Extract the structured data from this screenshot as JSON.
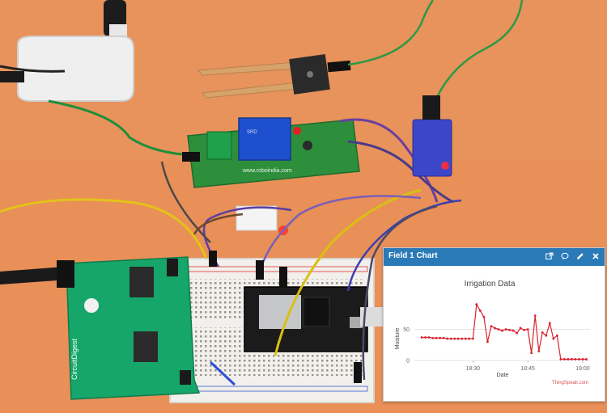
{
  "photo": {
    "board_brand_text": "CircuitDigest",
    "relay_board_text": "www.roboindia.com"
  },
  "chart_window": {
    "header_title": "Field 1 Chart",
    "icons": [
      "external-link-icon",
      "comment-icon",
      "edit-icon",
      "close-icon"
    ],
    "header_color": "#2a7ab8"
  },
  "chart_data": {
    "type": "line",
    "title": "Irrigation Data",
    "xlabel": "Date",
    "ylabel": "Moisture",
    "x_ticks": [
      "18:30",
      "18:45",
      "19:00"
    ],
    "y_ticks": [
      "0",
      "50"
    ],
    "ylim": [
      0,
      100
    ],
    "credit": "ThingSpeak.com",
    "series": [
      {
        "color": "#d9232e",
        "x": [
          "18:16",
          "18:17",
          "18:18",
          "18:19",
          "18:20",
          "18:21",
          "18:22",
          "18:23",
          "18:24",
          "18:25",
          "18:26",
          "18:27",
          "18:28",
          "18:29",
          "18:30",
          "18:31",
          "18:32",
          "18:33",
          "18:34",
          "18:35",
          "18:36",
          "18:37",
          "18:38",
          "18:39",
          "18:40",
          "18:41",
          "18:42",
          "18:43",
          "18:44",
          "18:45",
          "18:46",
          "18:47",
          "18:48",
          "18:49",
          "18:50",
          "18:51",
          "18:52",
          "18:53",
          "18:54",
          "18:55",
          "18:56",
          "18:57",
          "18:58",
          "18:59",
          "19:00",
          "19:01"
        ],
        "values": [
          37,
          37,
          37,
          36,
          36,
          36,
          36,
          35,
          35,
          35,
          35,
          35,
          35,
          35,
          35,
          90,
          80,
          70,
          30,
          55,
          52,
          50,
          48,
          50,
          49,
          48,
          44,
          52,
          49,
          50,
          12,
          72,
          15,
          45,
          40,
          60,
          35,
          40,
          2,
          2,
          2,
          2,
          2,
          2,
          2,
          2
        ]
      }
    ]
  }
}
